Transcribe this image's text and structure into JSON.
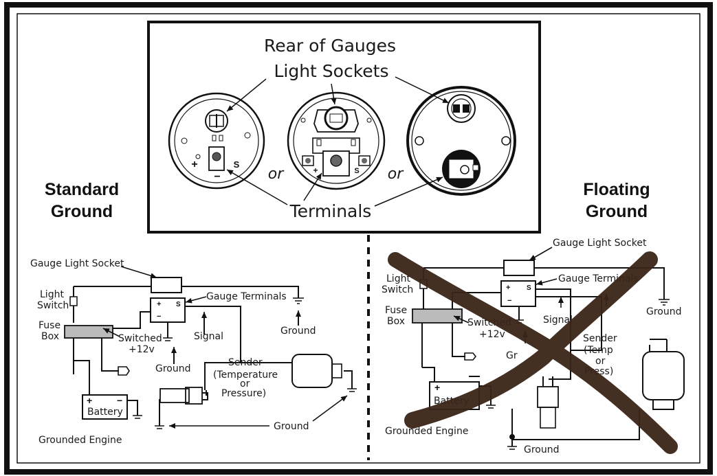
{
  "top_panel": {
    "title": "Rear of Gauges",
    "light_sockets": "Light Sockets",
    "terminals": "Terminals",
    "or_1": "or",
    "or_2": "or"
  },
  "left": {
    "heading_1": "Standard",
    "heading_2": "Ground",
    "gauge_light_socket": "Gauge Light Socket",
    "light": "Light",
    "switch": "Switch",
    "fuse": "Fuse",
    "box": "Box",
    "switched": "Switched",
    "plus12v": "+12v",
    "gauge_terminals": "Gauge Terminals",
    "signal": "Signal",
    "ground_top": "Ground",
    "ground_mid": "Ground",
    "sender": "Sender",
    "sender_detail_1": "(Temperature",
    "sender_detail_2": "or",
    "sender_detail_3": "Pressure)",
    "battery": "Battery",
    "ground_bottom": "Ground",
    "grounded_engine": "Grounded Engine"
  },
  "right": {
    "heading_1": "Floating",
    "heading_2": "Ground",
    "gauge_light_socket": "Gauge Light Socket",
    "gauge_terminals": "Gauge Terminals",
    "light": "Light",
    "switch": "Switch",
    "fuse": "Fuse",
    "box": "Box",
    "switched": "Switched",
    "plus12v": "+12v",
    "signal": "Signal",
    "ground_top": "Ground",
    "ground_partial": "Gr",
    "sender": "Sender",
    "sender_detail_1": "(Temp",
    "sender_detail_2": "or",
    "sender_detail_3": "Press)",
    "battery": "Battery",
    "grounded_engine": "Grounded Engine",
    "ground_bottom": "Ground"
  },
  "terminal_marks": {
    "plus": "+",
    "minus": "−",
    "s": "S"
  },
  "colors": {
    "ink": "#111111",
    "cross": "#3a2418",
    "frame": "#1a1a1a"
  }
}
